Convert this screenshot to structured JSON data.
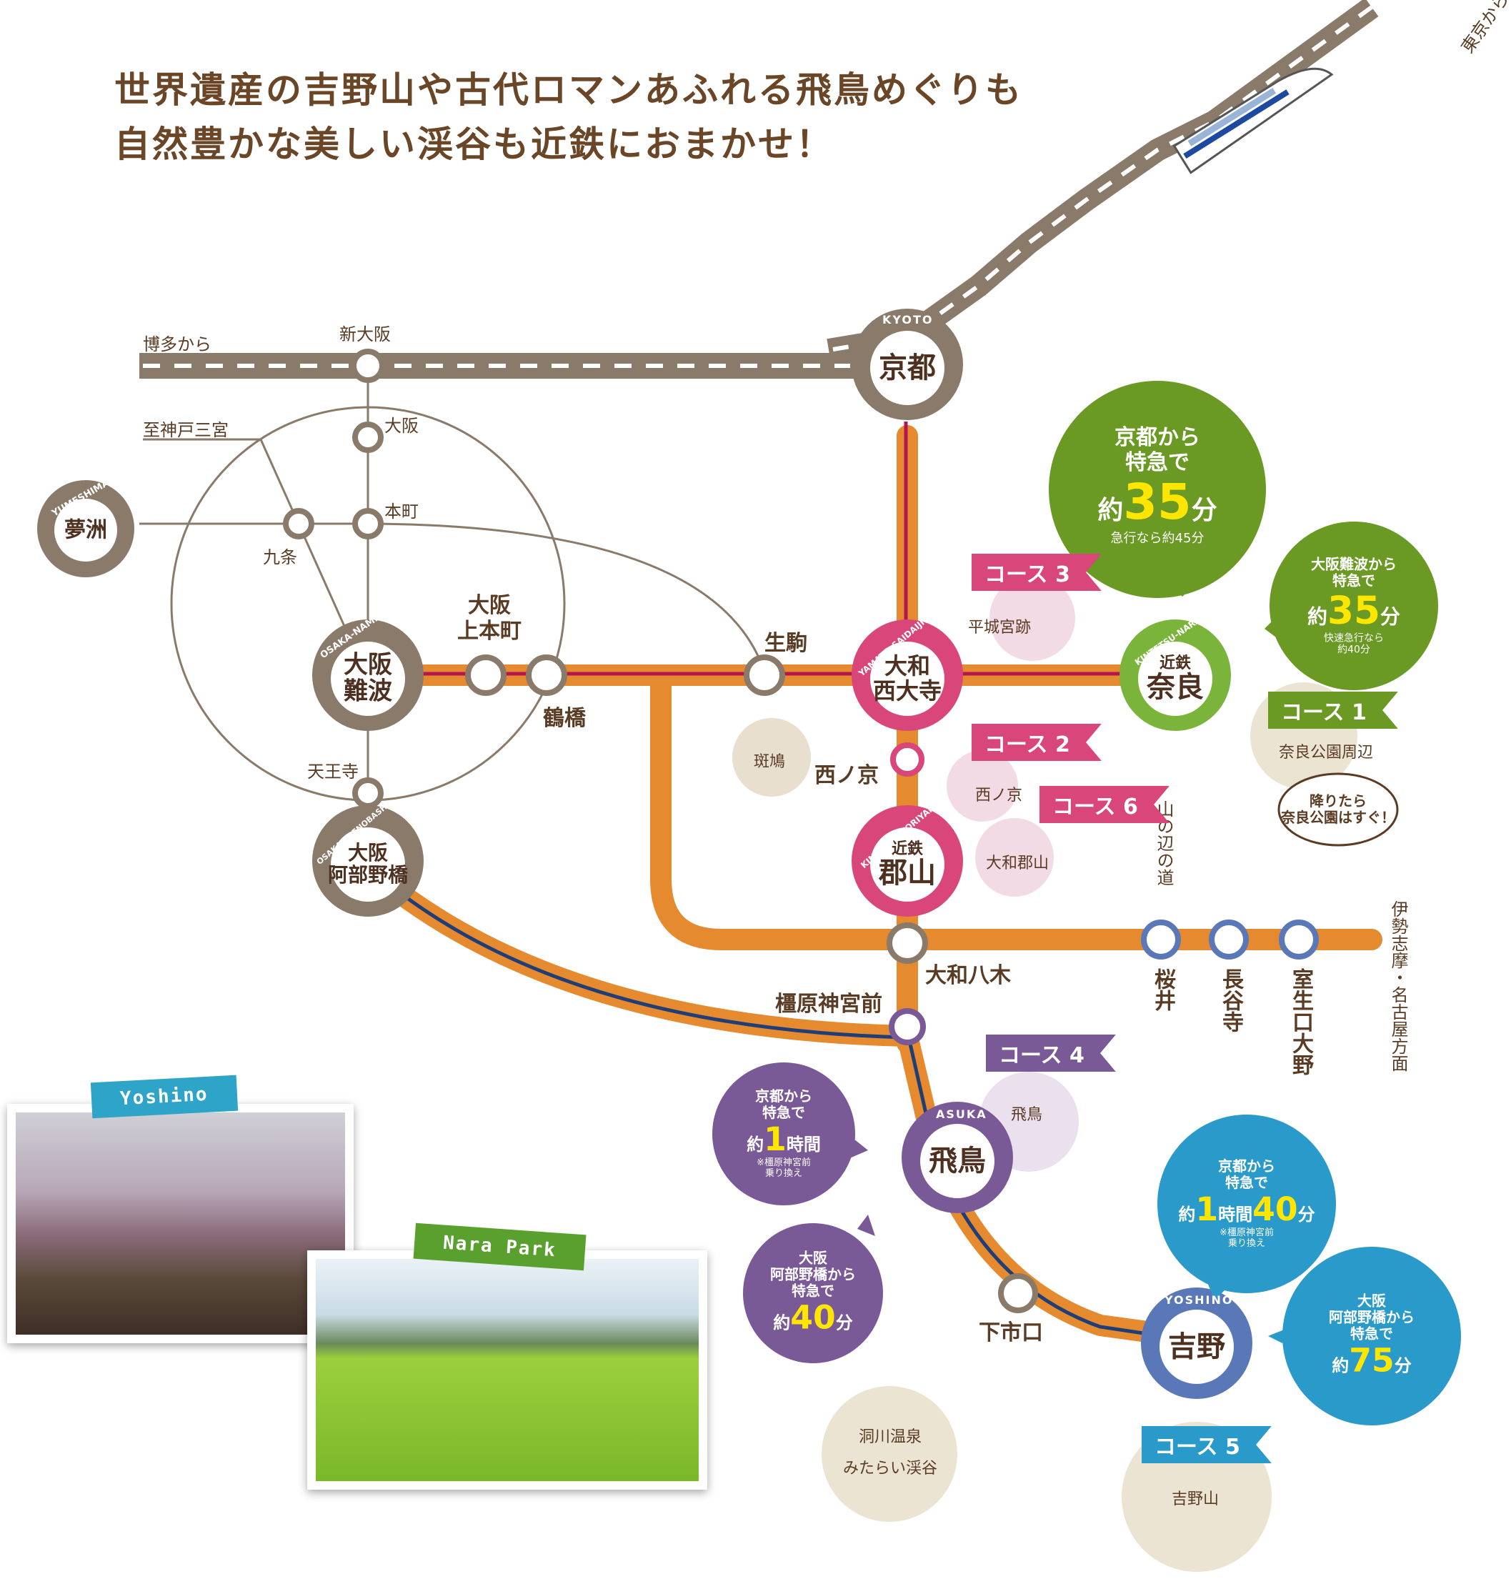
{
  "headline": {
    "line1": "世界遺産の吉野山や古代ロマンあふれる飛鳥めぐりも",
    "line2": "自然豊かな美しい渓谷も近鉄におまかせ！"
  },
  "directions": {
    "tokyo": "東京から",
    "hakata": "博多から",
    "kobe": "至神戸三宮",
    "ise": "伊勢志摩・名古屋方面",
    "yamanobe": "山の辺の道"
  },
  "stations": {
    "kyoto": {
      "name": "京都",
      "roman": "KYOTO"
    },
    "namba": {
      "name": "大阪\n難波",
      "roman": "OSAKA-NAMBA"
    },
    "saidaiji": {
      "name": "大和\n西大寺",
      "roman": "YAMATO-SAIDAIJI"
    },
    "nara": {
      "name_small": "近鉄",
      "name": "奈良",
      "roman": "KINTETSU-NARA"
    },
    "koriyama": {
      "name_small": "近鉄",
      "name": "郡山",
      "roman": "KINTETSU-KORIYAMA"
    },
    "abenobashi": {
      "name": "大阪\n阿部野橋",
      "roman": "OSAKA-ABENOBASHI"
    },
    "asuka": {
      "name": "飛鳥",
      "roman": "ASUKA"
    },
    "yoshino": {
      "name": "吉野",
      "roman": "YOSHINO"
    },
    "yumeshima": {
      "name": "夢洲",
      "roman": "YUMESHIMA"
    }
  },
  "small_stations": {
    "shin_osaka": "新大阪",
    "osaka": "大阪",
    "honmachi": "本町",
    "kujo": "九条",
    "tennoji": "天王寺",
    "uehonmachi": "大阪\n上本町",
    "tsuruhashi": "鶴橋",
    "ikoma": "生駒",
    "nishinokyo": "西ノ京",
    "yagi": "大和八木",
    "kashihara": "橿原神宮前",
    "sakurai": "桜井",
    "hasedera": "長谷寺",
    "muro": "室生口大野",
    "shimoichi": "下市口"
  },
  "spots": {
    "ikaruga": "斑鳩",
    "heijo": "平城宮跡",
    "nishinokyo": "西ノ京",
    "koriyama": "大和郡山",
    "narapark": "奈良公園周辺",
    "asuka": "飛鳥",
    "dorogawa": "洞川温泉\nみたらい渓谷",
    "yoshinoyama": "吉野山"
  },
  "courses": {
    "c1": "コース 1",
    "c2": "コース 2",
    "c3": "コース 3",
    "c4": "コース 4",
    "c5": "コース 5",
    "c6": "コース 6"
  },
  "bubbles": {
    "kyoto_nara": {
      "l1": "京都から",
      "l2": "特急で",
      "pre": "約",
      "num": "35",
      "post": "分",
      "note": "急行なら約45分"
    },
    "namba_nara": {
      "l1": "大阪難波から",
      "l2": "特急で",
      "pre": "約",
      "num": "35",
      "post": "分",
      "note": "快速急行なら\n約40分"
    },
    "nara_walk": "降りたら\n奈良公園はすぐ！",
    "kyoto_asuka": {
      "l1": "京都から",
      "l2": "特急で",
      "pre": "約",
      "num": "1",
      "post": "時間",
      "note": "※橿原神宮前\n乗り換え"
    },
    "abeno_asuka": {
      "l1": "大阪\n阿部野橋から",
      "l2": "特急で",
      "pre": "約",
      "num": "40",
      "post": "分"
    },
    "kyoto_yoshino": {
      "l1": "京都から",
      "l2": "特急で",
      "pre": "約",
      "num": "1",
      "mid": "時間",
      "num2": "40",
      "post": "分",
      "note": "※橿原神宮前\n乗り換え"
    },
    "abeno_yoshino": {
      "l1": "大阪\n阿部野橋から",
      "l2": "特急で",
      "pre": "約",
      "num": "75",
      "post": "分"
    }
  },
  "photos": {
    "yoshino": "Yoshino",
    "narapark": "Nara Park"
  },
  "colors": {
    "orange": "#e58a2e",
    "red": "#b3164f",
    "navy": "#1f3e78",
    "brown": "#8a7a6a",
    "green": "#6a9a23",
    "purple": "#7a5a96",
    "blue": "#2a9acb",
    "pink": "#d9467a",
    "lightgreen": "#7bb43a",
    "yoshino_blue": "#5a78b8"
  }
}
